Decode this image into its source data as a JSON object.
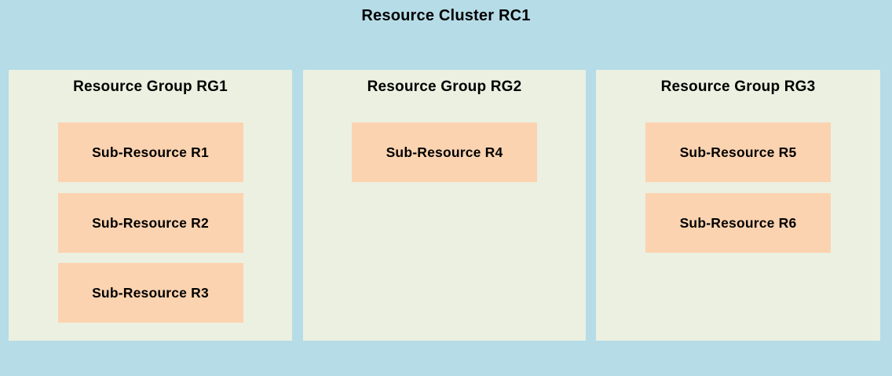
{
  "colors": {
    "background": "#b6dce7",
    "group_fill": "#ecf0e1",
    "subresource_fill": "#fcd3b0",
    "text": "#000000"
  },
  "cluster": {
    "title": "Resource Cluster RC1",
    "groups": [
      {
        "label": "Resource Group RG1",
        "subresources": [
          "Sub-Resource R1",
          "Sub-Resource R2",
          "Sub-Resource R3"
        ]
      },
      {
        "label": "Resource Group RG2",
        "subresources": [
          "Sub-Resource R4"
        ]
      },
      {
        "label": "Resource Group RG3",
        "subresources": [
          "Sub-Resource R5",
          "Sub-Resource R6"
        ]
      }
    ]
  }
}
